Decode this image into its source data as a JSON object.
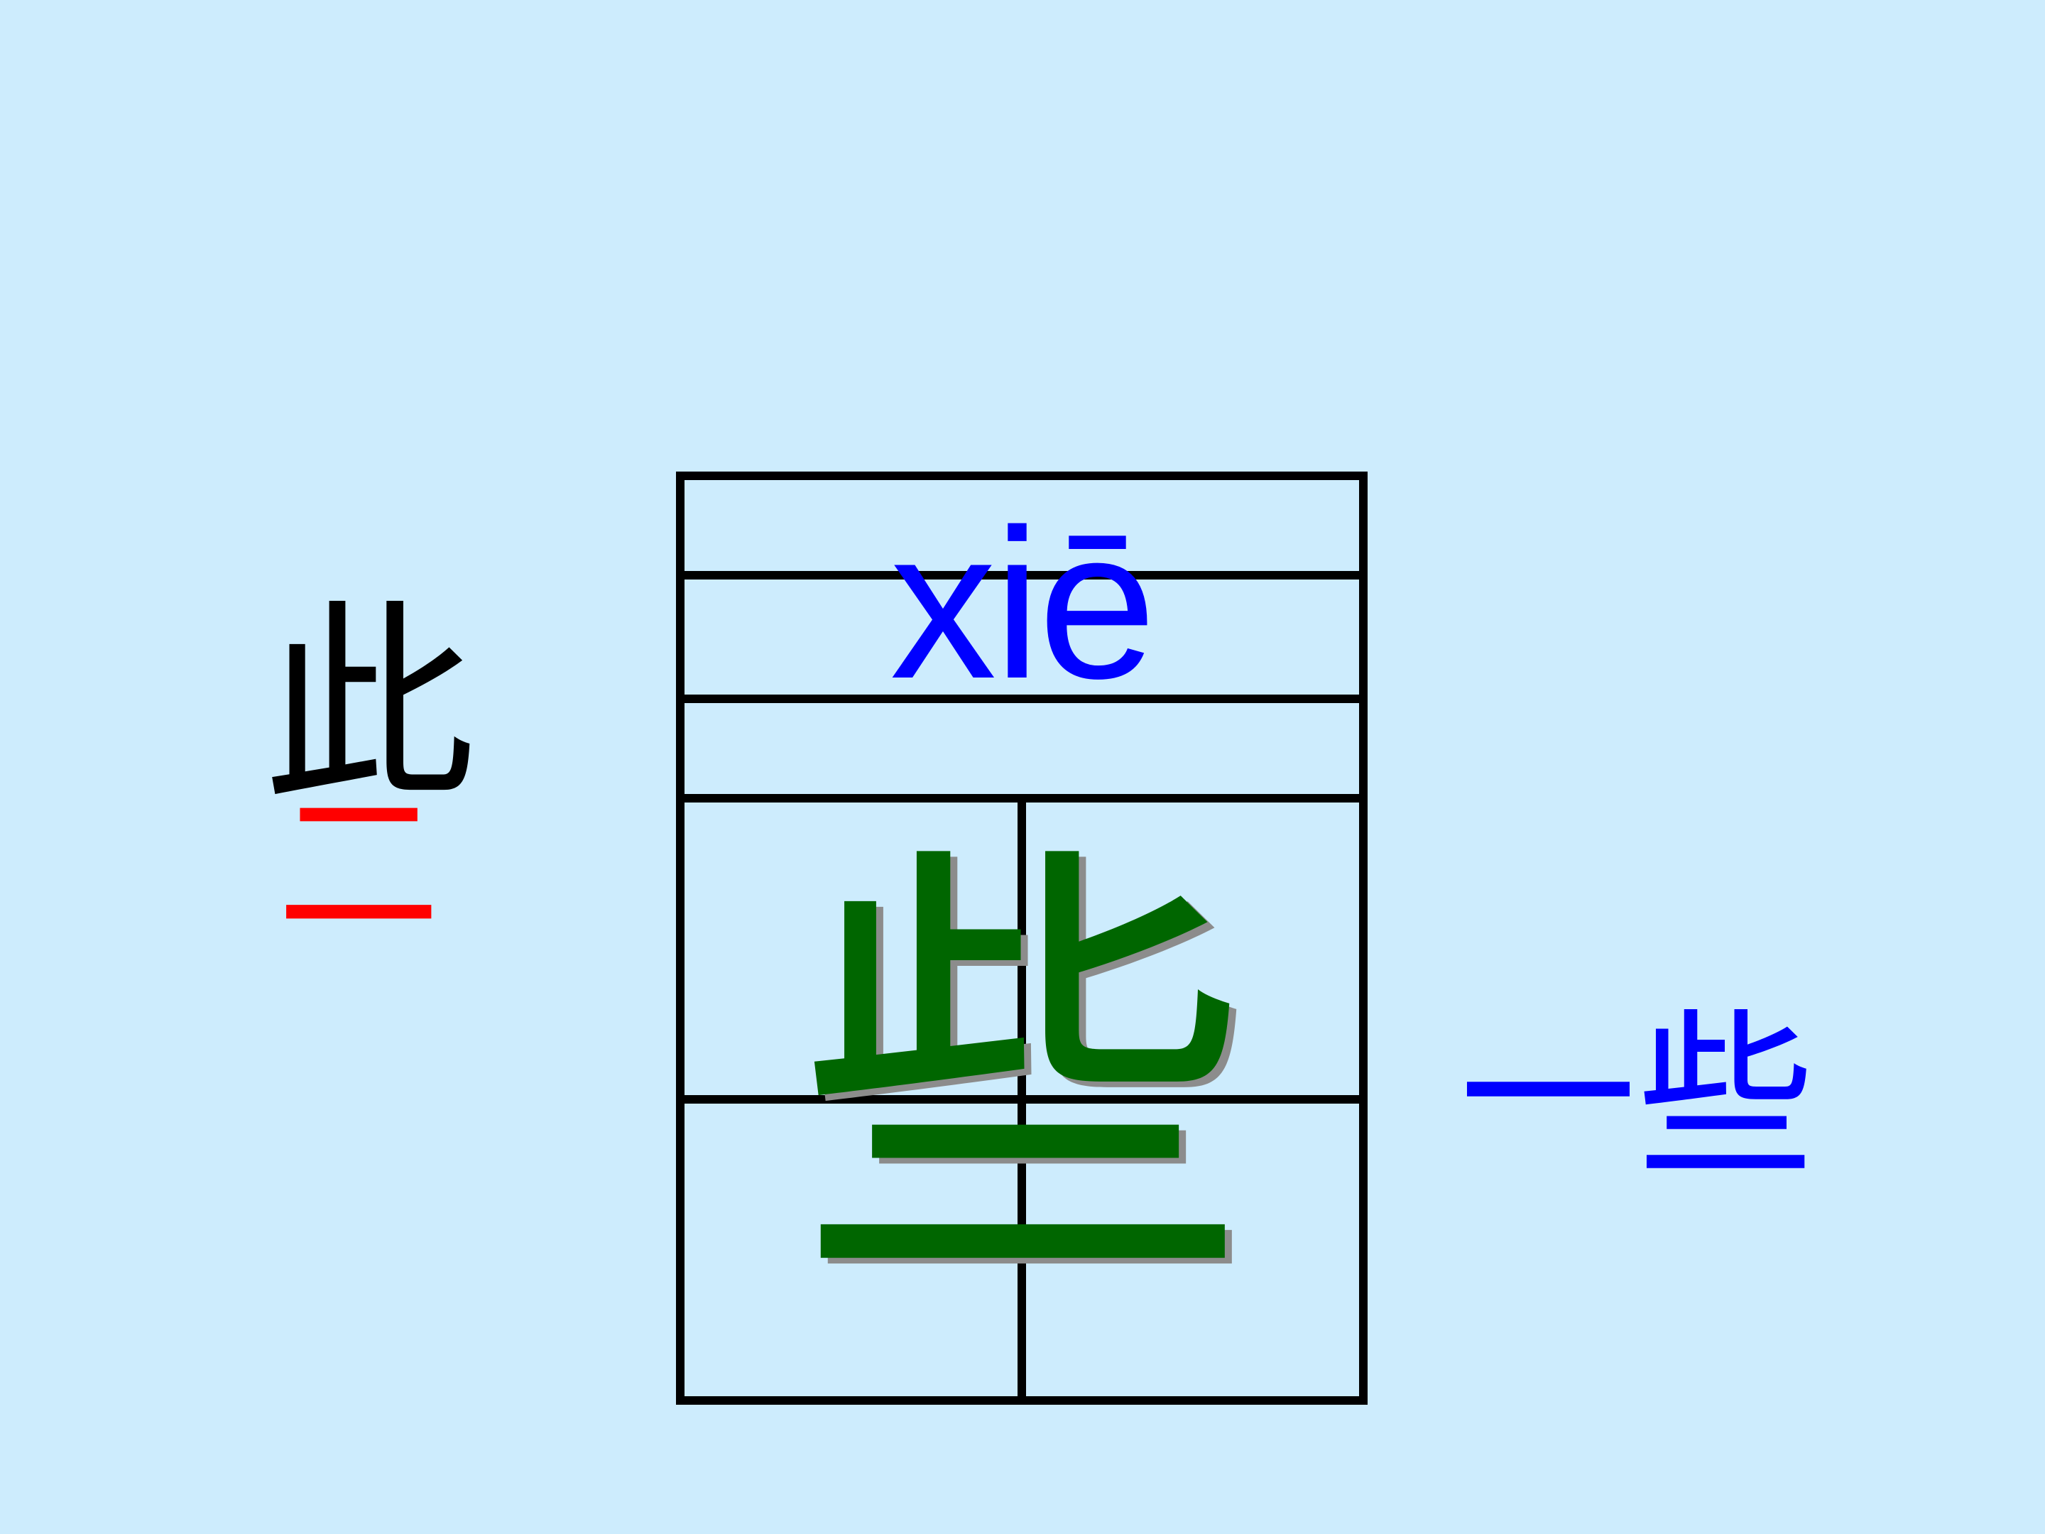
{
  "slide": {
    "pinyin": "xiē",
    "character": "些",
    "components": {
      "top": "此",
      "bottom": "二"
    },
    "word": "一些"
  },
  "colors": {
    "background": "#cdecfd",
    "pinyin": "#0000ff",
    "character": "#006600",
    "character_shadow": "#8c8c8c",
    "component_top": "#000000",
    "component_bottom": "#ff0000",
    "word": "#0000ff",
    "grid_lines": "#000000"
  }
}
